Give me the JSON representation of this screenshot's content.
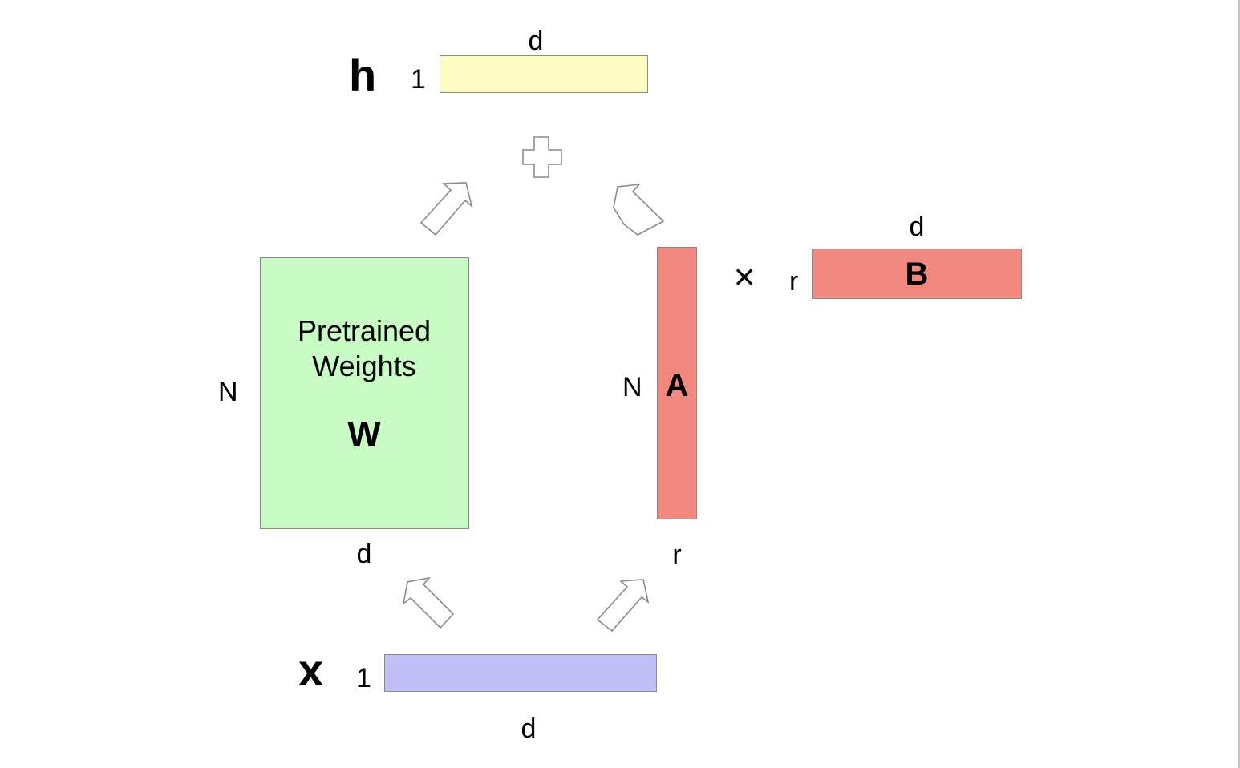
{
  "colors": {
    "h_fill": "#fdfdc3",
    "w_fill": "#c8fcc4",
    "a_fill": "#f08880",
    "b_fill": "#f08880",
    "x_fill": "#c0bff8",
    "outline": "#8a8a8a"
  },
  "output_h": {
    "symbol": "h",
    "rows_label": "1",
    "cols_label": "d"
  },
  "operator_plus": "plus-icon",
  "pretrained": {
    "title_line1": "Pretrained",
    "title_line2": "Weights",
    "symbol": "W",
    "rows_label": "N",
    "cols_label": "d"
  },
  "matrix_a": {
    "symbol": "A",
    "rows_label": "N",
    "cols_label": "r"
  },
  "multiply_symbol": "×",
  "matrix_b": {
    "symbol": "B",
    "rows_label": "r",
    "cols_label": "d"
  },
  "input_x": {
    "symbol": "x",
    "rows_label": "1",
    "cols_label": "d"
  },
  "arrows": [
    {
      "name": "arrow-w-to-sum",
      "direction": "up-right"
    },
    {
      "name": "arrow-ab-to-sum",
      "direction": "up-left"
    },
    {
      "name": "arrow-x-to-w",
      "direction": "up-left"
    },
    {
      "name": "arrow-x-to-a",
      "direction": "up-right"
    }
  ]
}
